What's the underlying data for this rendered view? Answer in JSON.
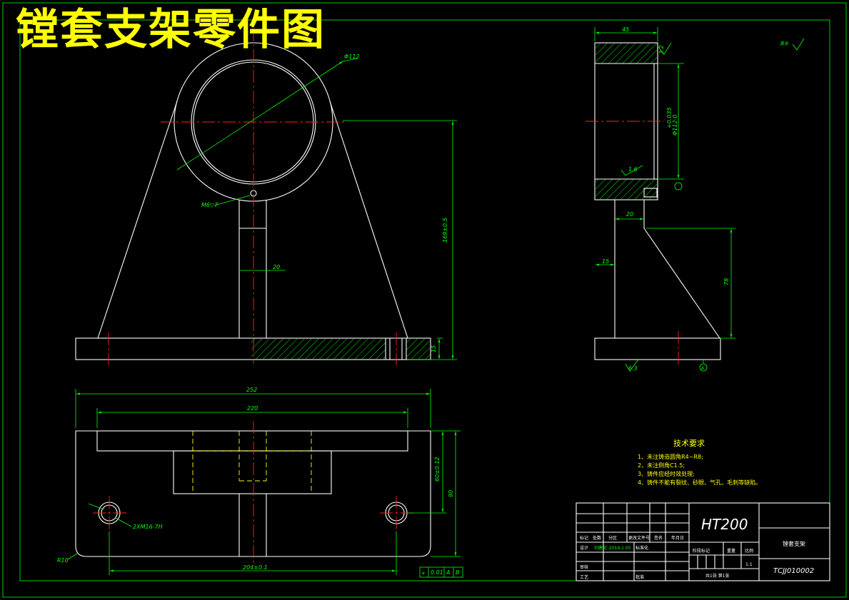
{
  "title": "镗套支架零件图",
  "dims": {
    "hole_dia": "Φ112",
    "tap": "M6▽7",
    "rib_thickness": "20",
    "center_height": "169±0.5",
    "base_thickness": "15",
    "overall_width": "252",
    "slot_width": "220",
    "hole_spacing": "204±0.1",
    "depth_tol": "60±0.12",
    "overall_depth": "90",
    "bolt_holes": "2XM16-7H",
    "corner_radius": "R10",
    "side_width": "45",
    "side_rough": "3.2",
    "bore_tol": "+0.035",
    "bore_dia": "Φ112-0",
    "bore_rough": "1.6",
    "side_rib_top": "20",
    "side_rib": "15",
    "rib_height": "78",
    "bottom_rough": "6.3",
    "other_rough": "其余",
    "datum_a": "A",
    "datum_b": "B"
  },
  "tolerance_frame": {
    "symbol": "⌖",
    "value": "0.01",
    "datum1": "A",
    "datum2": "B"
  },
  "tech": {
    "heading": "技术要求",
    "items": [
      "1、未注铸造圆角R4~R8;",
      "2、未注倒角C1.5;",
      "3、铸件应经时效处理;",
      "4、铸件不能有裂纹、砂眼、气孔、毛刺等缺陷。"
    ]
  },
  "title_block": {
    "material": "HT200",
    "part_name": "镗套支架",
    "drawing_no": "TCJJ010002",
    "scale": "1:1",
    "sheet_info": "共1张  第1张",
    "labels": [
      "标记",
      "处数",
      "分区",
      "更改文件号",
      "签名",
      "年月日",
      "设计",
      "刘建文",
      "2016.1.05",
      "标准化",
      "阶段标记",
      "重量",
      "比例",
      "审核",
      "工艺",
      "批准"
    ]
  },
  "colors": {
    "background": "#000000",
    "outline": "#ffffff",
    "dimension": "#00ff00",
    "centerline": "#ff2020",
    "hidden": "#ffff00",
    "title": "#ffff00"
  }
}
